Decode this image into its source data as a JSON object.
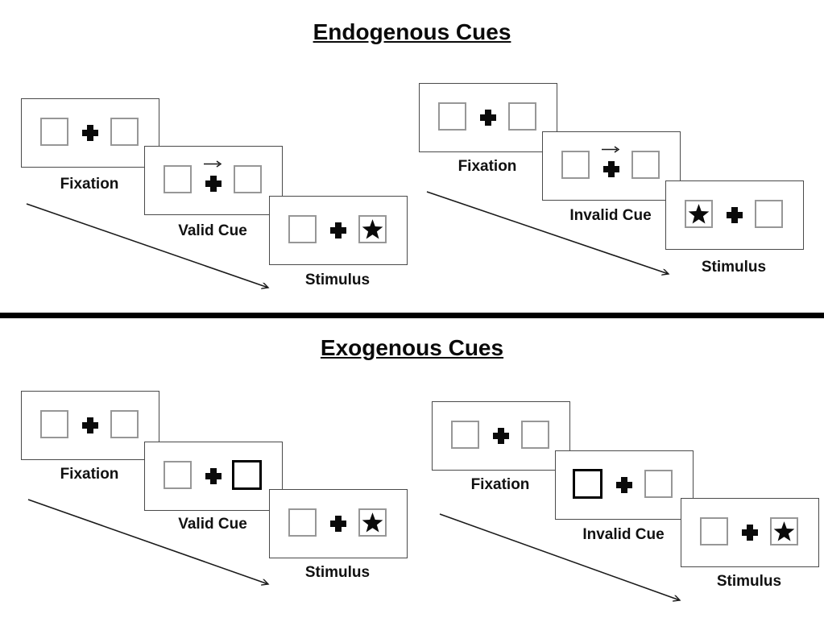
{
  "page": {
    "background": "#ffffff"
  },
  "sections": [
    {
      "title": "Endogenous Cues",
      "trials": [
        {
          "name": "valid",
          "cue_style": "central-arrow-right",
          "stimulus_side": "right",
          "frames": [
            {
              "label": "Fixation"
            },
            {
              "label": "Valid Cue"
            },
            {
              "label": "Stimulus"
            }
          ]
        },
        {
          "name": "invalid",
          "cue_style": "central-arrow-right",
          "stimulus_side": "left",
          "frames": [
            {
              "label": "Fixation"
            },
            {
              "label": "Invalid Cue"
            },
            {
              "label": "Stimulus"
            }
          ]
        }
      ]
    },
    {
      "title": "Exogenous Cues",
      "trials": [
        {
          "name": "valid",
          "cue_style": "peripheral-thick-box-right",
          "stimulus_side": "right",
          "frames": [
            {
              "label": "Fixation"
            },
            {
              "label": "Valid Cue"
            },
            {
              "label": "Stimulus"
            }
          ]
        },
        {
          "name": "invalid",
          "cue_style": "peripheral-thick-box-left",
          "stimulus_side": "right",
          "frames": [
            {
              "label": "Fixation"
            },
            {
              "label": "Invalid Cue"
            },
            {
              "label": "Stimulus"
            }
          ]
        }
      ]
    }
  ],
  "icons": {
    "star": "★",
    "fixation_cross": "✚",
    "cue_arrow": "→",
    "sequence_arrow": "↘"
  },
  "colors": {
    "ink": "#000000",
    "card_border": "#4a4a4a",
    "box_border": "#979797",
    "background": "#ffffff"
  }
}
